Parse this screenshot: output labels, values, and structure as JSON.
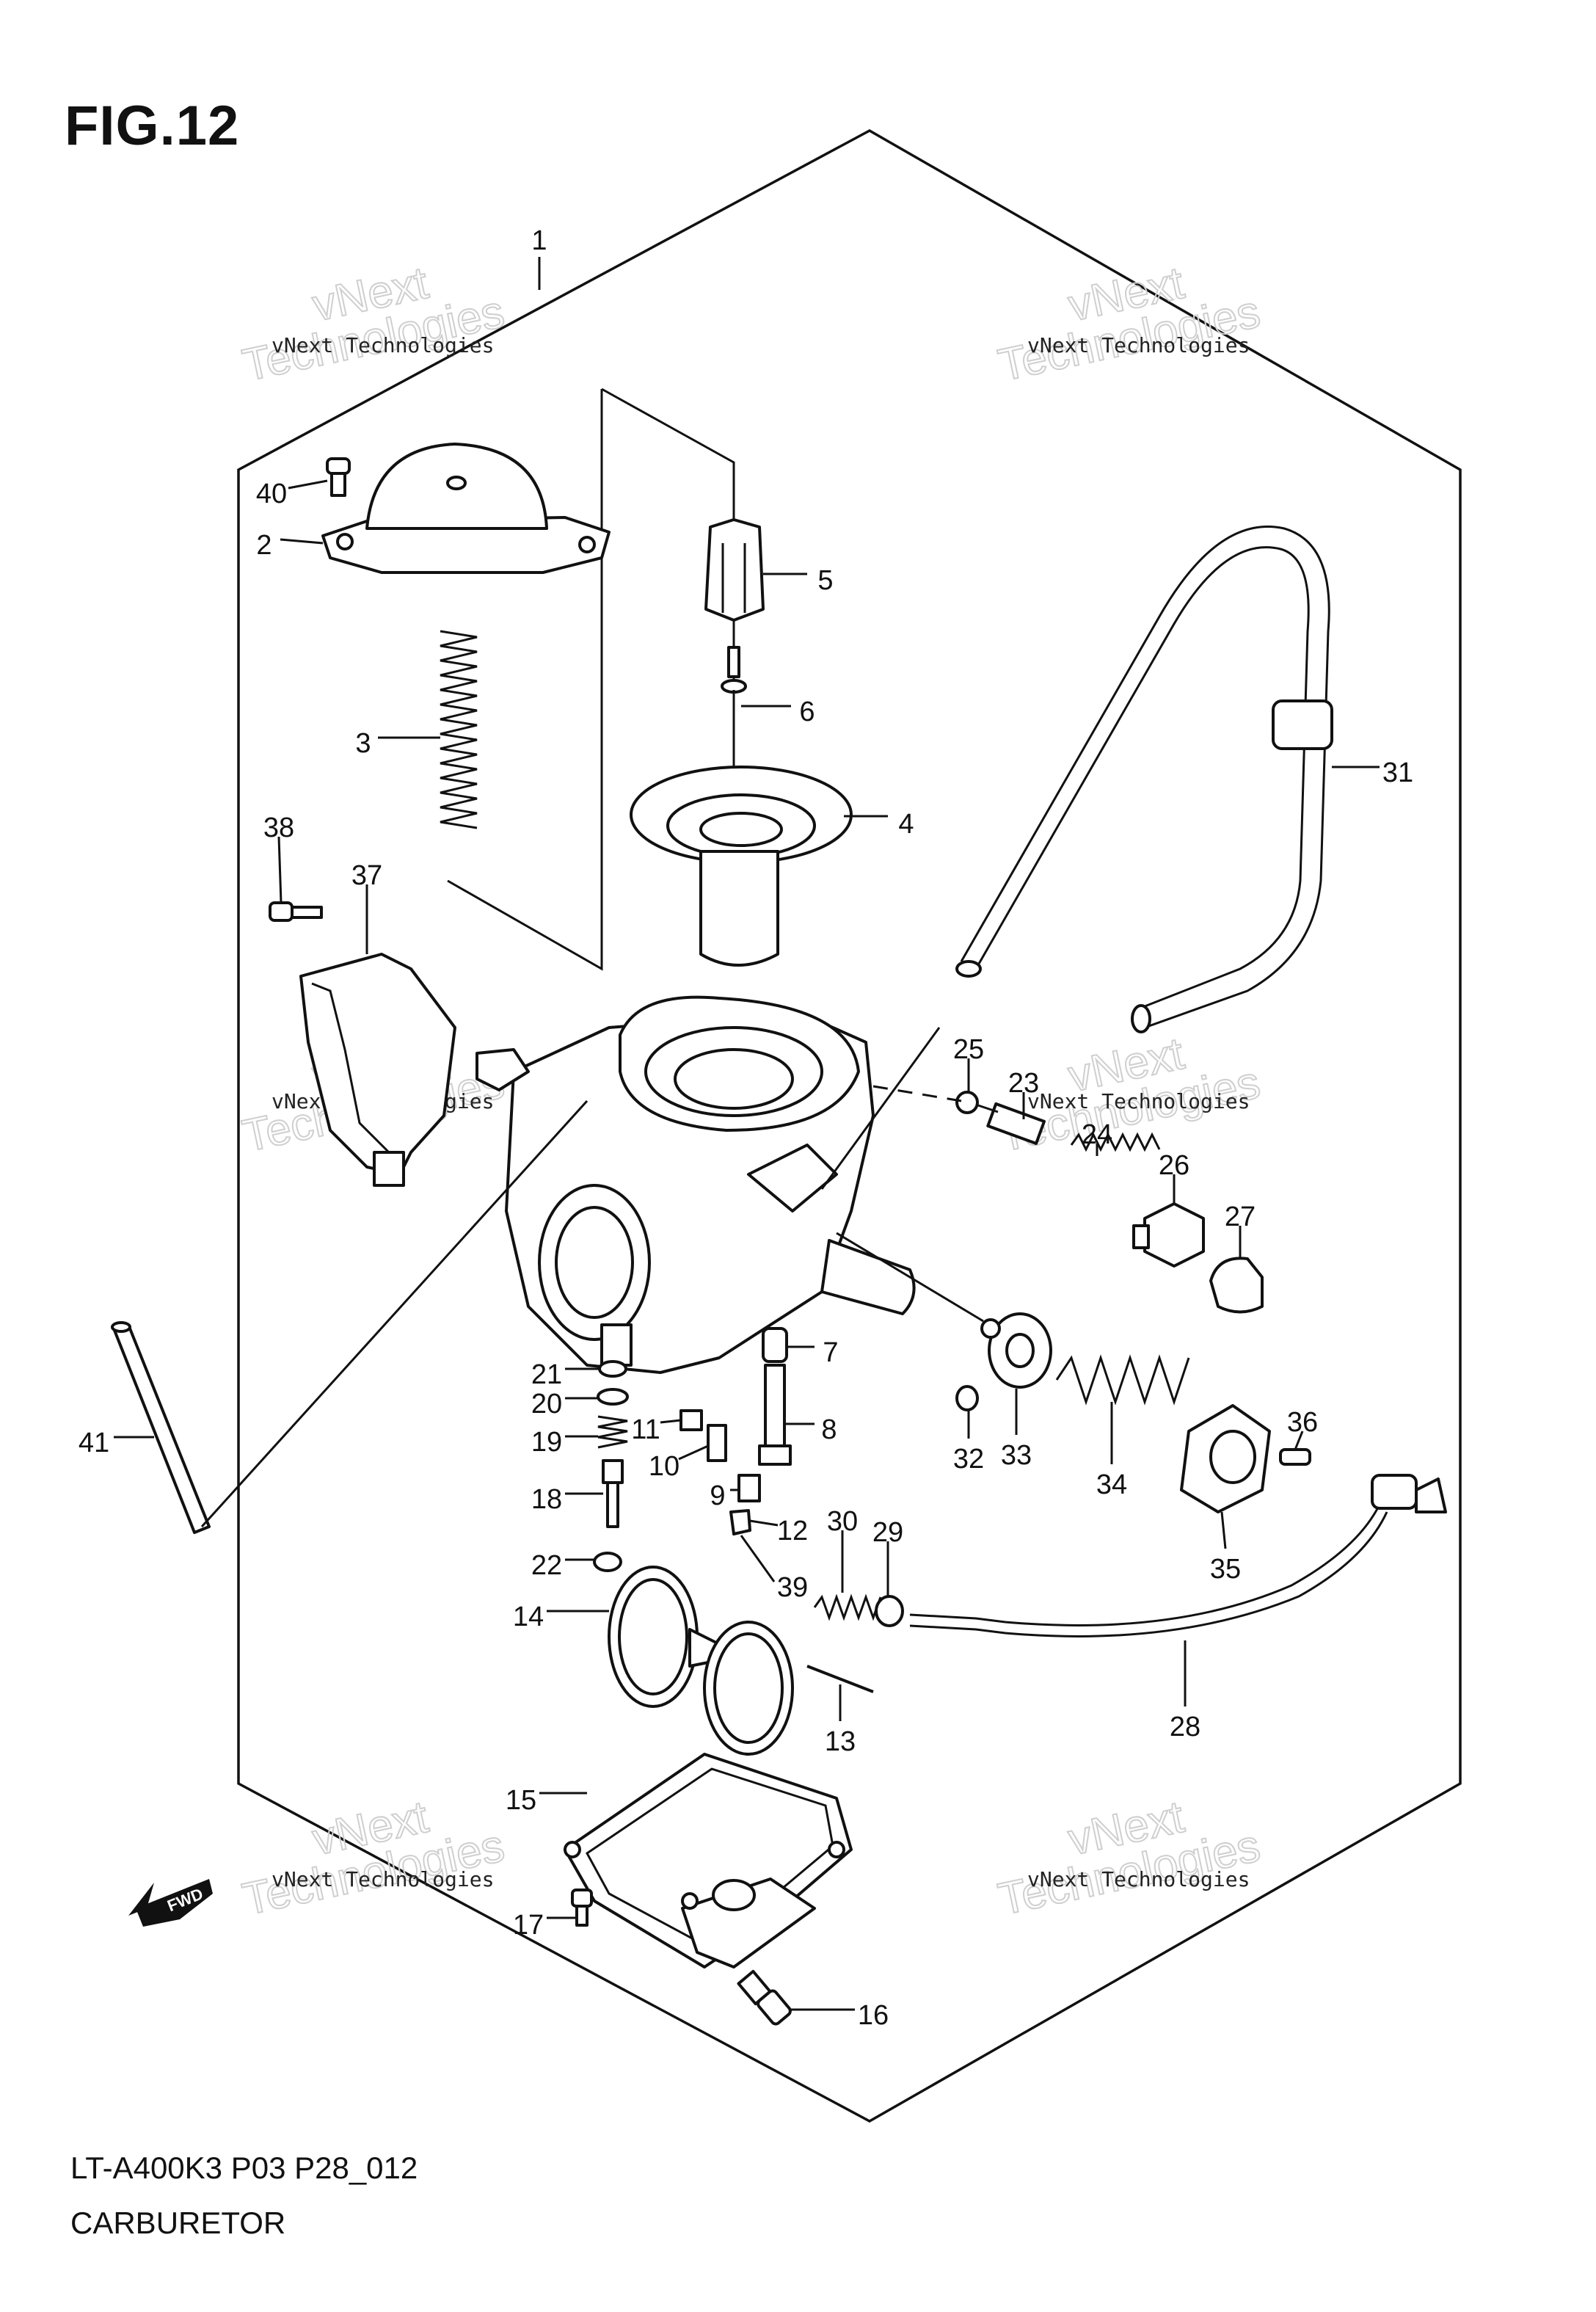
{
  "figure": {
    "title": "FIG.12"
  },
  "footer": {
    "model_code": "LT-A400K3 P03 P28_012",
    "name": "CARBURETOR"
  },
  "watermark": {
    "line1": "vNext Technologies",
    "line2a": "vNext",
    "line2b": "Technologies"
  },
  "fwd_label": "FWD",
  "callouts": [
    "1",
    "2",
    "3",
    "4",
    "5",
    "6",
    "7",
    "8",
    "9",
    "10",
    "11",
    "12",
    "13",
    "14",
    "15",
    "16",
    "17",
    "18",
    "19",
    "20",
    "21",
    "22",
    "23",
    "24",
    "25",
    "26",
    "27",
    "28",
    "29",
    "30",
    "31",
    "32",
    "33",
    "34",
    "35",
    "36",
    "37",
    "38",
    "39",
    "40",
    "41"
  ]
}
